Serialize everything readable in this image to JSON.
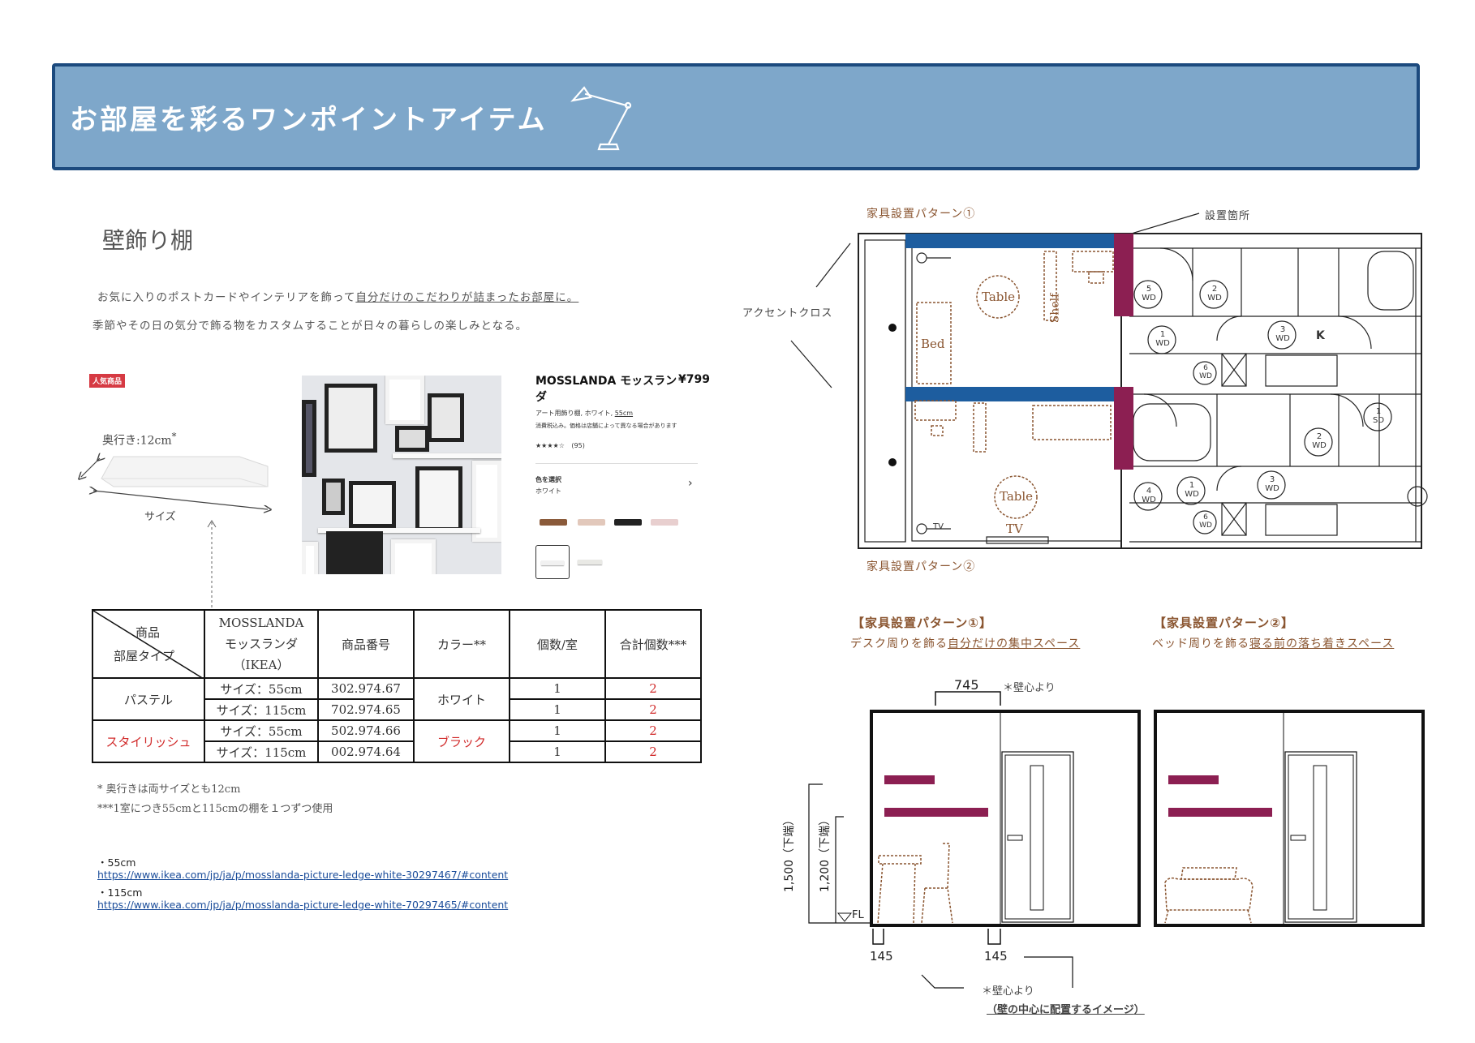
{
  "header": {
    "title": "お部屋を彩るワンポイントアイテム"
  },
  "section": {
    "title": "壁飾り棚",
    "intro_line1_a": "お気に入りのポストカードやインテリアを飾って",
    "intro_line1_b": "自分だけのこだわりが詰まったお部屋に。",
    "intro_line2": "季節やその日の気分で飾る物をカスタムすることが日々の暮らしの楽しみとなる。"
  },
  "product": {
    "badge": "人気商品",
    "depth_label": "奥行き:12cm",
    "depth_mark": "*",
    "size_label": "サイズ",
    "name_a": "MOSSLANDA モッスラン",
    "name_b": "ダ",
    "price": "¥799",
    "desc": "アート用飾り棚, ホワイト,",
    "desc_size": "55cm",
    "stock_note": "消費税込み。価格は店舗によって異なる場合があります",
    "rating": "★★★★☆",
    "reviews": "(95)",
    "color_select": "色を選択",
    "color_value": "ホワイト",
    "chevron": "›",
    "swatches": [
      "#8a5a3a",
      "#e2c8bb",
      "#222222",
      "#e8cfcf"
    ]
  },
  "table": {
    "head_product": "商品",
    "head_room": "部屋タイプ",
    "head_item": [
      "MOSSLANDA",
      "モッスランダ",
      "（IKEA）"
    ],
    "head_number": "商品番号",
    "head_color": "カラー**",
    "head_qty": "個数/室",
    "head_total": "合計個数***",
    "rows": [
      {
        "room": "パステル",
        "size": "サイズ：55cm",
        "number": "302.974.67",
        "color": "ホワイト",
        "qty": "1",
        "total": "2"
      },
      {
        "size": "サイズ：115cm",
        "number": "702.974.65",
        "qty": "1",
        "total": "2"
      },
      {
        "room": "スタイリッシュ",
        "size": "サイズ：55cm",
        "number": "502.974.66",
        "color": "ブラック",
        "qty": "1",
        "total": "2"
      },
      {
        "size": "サイズ：115cm",
        "number": "002.974.64",
        "qty": "1",
        "total": "2"
      }
    ]
  },
  "notes": {
    "n1": "*  奥行きは両サイズとも12cm",
    "n2": "***1室につき55cmと115cmの棚を１つずつ使用",
    "l1_label": "・55cm",
    "l1_url": "https://www.ikea.com/jp/ja/p/mosslanda-picture-ledge-white-30297467/#content",
    "l2_label": "・115cm",
    "l2_url": "https://www.ikea.com/jp/ja/p/mosslanda-picture-ledge-white-70297465/#content"
  },
  "plan": {
    "pattern1_label": "家具設置パターン①",
    "pattern2_label": "家具設置パターン②",
    "install_place": "設置箇所",
    "accent_cloth": "アクセントクロス",
    "table1": "Table",
    "shelf": "Shelf",
    "bed": "Bed",
    "table2": "Table",
    "tv": "TV",
    "k": "K",
    "tv_small": "TV",
    "wd": "WD",
    "sd": "SD",
    "n1": "1",
    "n2": "2",
    "n3": "3",
    "n4": "4",
    "n5": "5",
    "n6": "6"
  },
  "patterns": {
    "p1_head": "【家具設置パターン①】",
    "p1_sub_a": "デスク周りを飾る",
    "p1_sub_b": "自分だけの集中スペース",
    "p2_head": "【家具設置パターン②】",
    "p2_sub_a": "ベッド周りを飾る",
    "p2_sub_b": "寝る前の落ち着きスペース"
  },
  "elevation": {
    "dim_745": "745",
    "wall_center": "＊壁心より",
    "dim_1500": "1,500（下端）",
    "dim_1200": "1,200（下端）",
    "fl": "FL",
    "dim_145a": "145",
    "dim_145b": "145",
    "bottom_note1": "＊壁心より",
    "bottom_note2": "壁の中心に配置するイメージ",
    "accent": "#8c1f52"
  }
}
